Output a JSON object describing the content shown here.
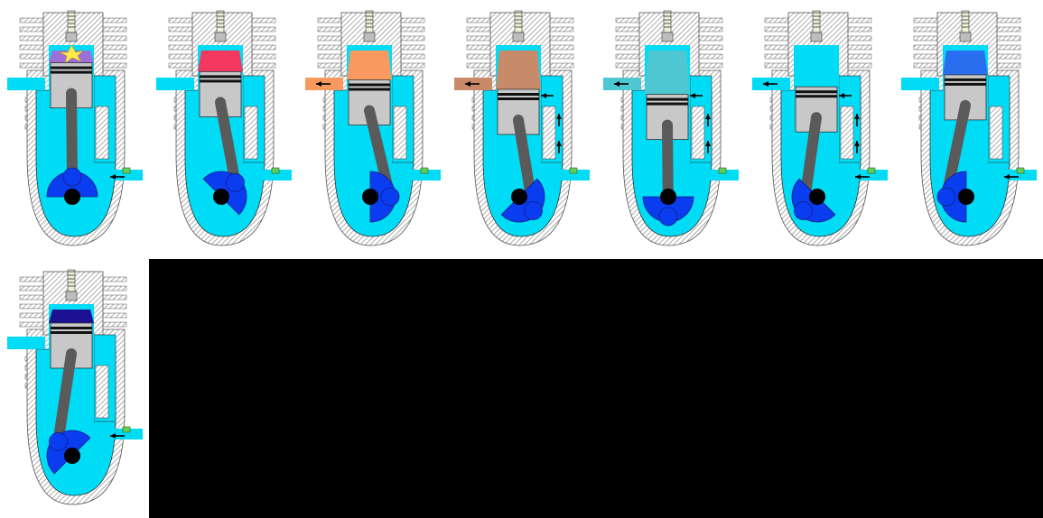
{
  "colors": {
    "background": "#ffffff",
    "coolant_blue": "#00dcf6",
    "engine_wall_hatch": "#8a8a8a",
    "piston_gray": "#c8c8c8",
    "crank_blue": "#0a3cf0",
    "connecting_rod": "#5a5a5a",
    "filler_black": "#000000"
  },
  "frames": [
    {
      "id": "frame-1",
      "chamber": "ignition",
      "chamber_color": "#9c70d8",
      "spark": true,
      "piston_top": 0.28,
      "exhaust_flow": false,
      "intake_flow": true,
      "transfer_flow": false
    },
    {
      "id": "frame-2",
      "chamber": "power",
      "chamber_color": "#f2385e",
      "spark": false,
      "piston_top": 0.42,
      "exhaust_flow": false,
      "intake_flow": false,
      "transfer_flow": false
    },
    {
      "id": "frame-3",
      "chamber": "exhaust",
      "chamber_color": "#f89a60",
      "spark": false,
      "piston_top": 0.55,
      "exhaust_flow": true,
      "intake_flow": false,
      "transfer_flow": false
    },
    {
      "id": "frame-4",
      "chamber": "scavenge",
      "chamber_color": "#c98a6a",
      "spark": false,
      "piston_top": 0.7,
      "exhaust_flow": true,
      "intake_flow": false,
      "transfer_flow": true
    },
    {
      "id": "frame-5",
      "chamber": "scavenge",
      "chamber_color": "#4ec7d2",
      "spark": false,
      "piston_top": 0.78,
      "exhaust_flow": true,
      "intake_flow": false,
      "transfer_flow": true
    },
    {
      "id": "frame-6",
      "chamber": "transfer",
      "chamber_color": "#00dcf6",
      "spark": false,
      "piston_top": 0.66,
      "exhaust_flow": true,
      "intake_flow": true,
      "transfer_flow": true
    },
    {
      "id": "frame-7",
      "chamber": "compression",
      "chamber_color": "#2a6ef0",
      "spark": false,
      "piston_top": 0.47,
      "exhaust_flow": false,
      "intake_flow": true,
      "transfer_flow": false
    },
    {
      "id": "frame-8",
      "chamber": "compression",
      "chamber_color": "#1a1292",
      "spark": false,
      "piston_top": 0.3,
      "exhaust_flow": false,
      "intake_flow": true,
      "transfer_flow": false
    }
  ]
}
